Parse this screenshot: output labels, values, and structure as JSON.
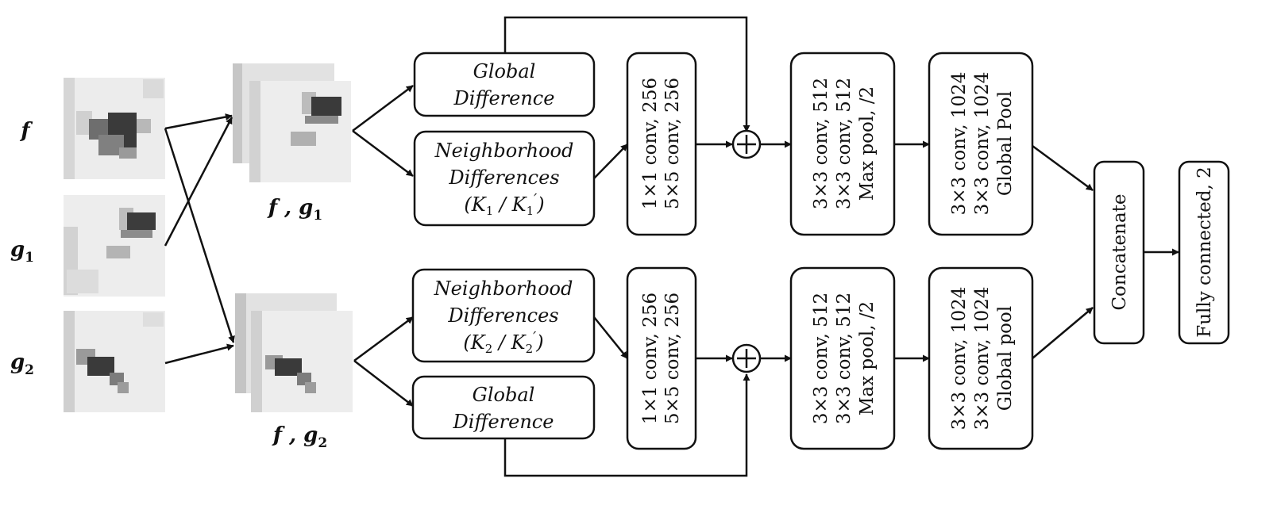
{
  "inputs": {
    "f": {
      "base": "f",
      "sub": ""
    },
    "g1": {
      "base": "g",
      "sub": "1"
    },
    "g2": {
      "base": "g",
      "sub": "2"
    }
  },
  "pairs": {
    "top": {
      "a": "f",
      "sep": " , ",
      "b": "g",
      "b_sub": "1"
    },
    "bottom": {
      "a": "f",
      "sep": " , ",
      "b": "g",
      "b_sub": "2"
    }
  },
  "top_branch": {
    "global_difference": [
      "Global",
      "Difference"
    ],
    "neighborhood": [
      "Neighborhood",
      "Differences"
    ],
    "neighborhood_k": {
      "k": "K",
      "sub": "1",
      "sep": " / ",
      "k2": "K",
      "sub2": "1",
      "prime": "′"
    },
    "conv_block_1": [
      "1×1 conv, 256",
      "5×5 conv, 256"
    ],
    "conv_block_2": [
      "3×3 conv, 512",
      "3×3 conv, 512",
      "Max pool, /2"
    ],
    "conv_block_3": [
      "3×3 conv, 1024",
      "3×3 conv, 1024",
      "Global Pool"
    ]
  },
  "bottom_branch": {
    "neighborhood": [
      "Neighborhood",
      "Differences"
    ],
    "neighborhood_k": {
      "k": "K",
      "sub": "2",
      "sep": " / ",
      "k2": "K",
      "sub2": "2",
      "prime": "′"
    },
    "global_difference": [
      "Global",
      "Difference"
    ],
    "conv_block_1": [
      "1×1 conv, 256",
      "5×5 conv, 256"
    ],
    "conv_block_2": [
      "3×3 conv, 512",
      "3×3 conv, 512",
      "Max pool, /2"
    ],
    "conv_block_3": [
      "3×3 conv, 1024",
      "3×3 conv, 1024",
      "Global pool"
    ]
  },
  "concatenate": "Concatenate",
  "fully_connected": "Fully connected, 2",
  "sum_symbol": "+",
  "patch_colors": {
    "light": "#ececec",
    "mid": "#c8c8c8",
    "dark": "#5a5a5a",
    "darkest": "#3a3a3a"
  }
}
